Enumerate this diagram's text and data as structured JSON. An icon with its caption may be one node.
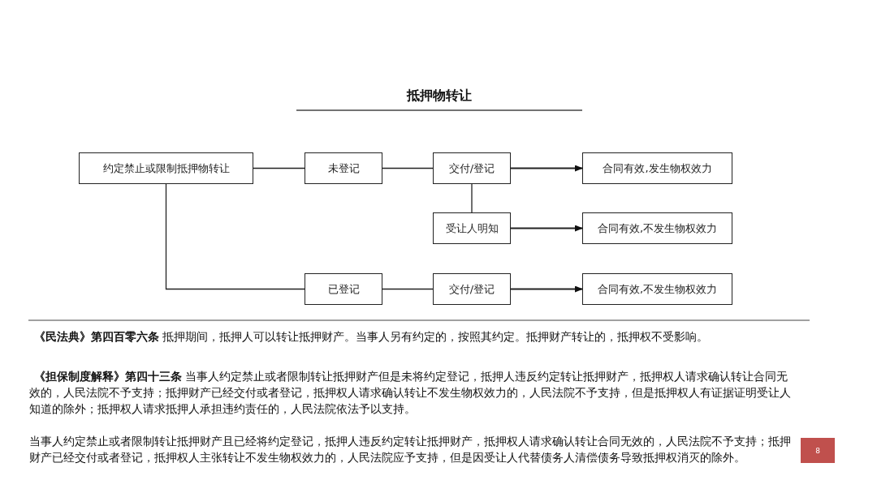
{
  "diagram": {
    "title": "抵押物转让",
    "nodes": [
      {
        "text": [
          "约定禁止或限制抵押物转让"
        ]
      },
      {
        "text": [
          "未登记"
        ]
      },
      {
        "text": [
          "交付/登记"
        ]
      },
      {
        "text": [
          "合同有效,发生物权效力"
        ]
      },
      {
        "text": [
          "受让人明知"
        ]
      },
      {
        "text": [
          "合同有效,不发生物权效力"
        ]
      },
      {
        "text": [
          "已登记"
        ]
      },
      {
        "text": [
          "交付/登记"
        ]
      },
      {
        "text": [
          "合同有效,不发生物权效力"
        ]
      }
    ],
    "edges": [
      {
        "from": 0,
        "to": 1,
        "arrow": "none"
      },
      {
        "from": 1,
        "to": 2,
        "arrow": "none"
      },
      {
        "from": 2,
        "to": 3,
        "arrow": "to"
      },
      {
        "from": 2,
        "to": 4,
        "arrow": "none"
      },
      {
        "from": 4,
        "to": 5,
        "arrow": "to"
      },
      {
        "from": 0,
        "to": 6,
        "arrow": "none"
      },
      {
        "from": 6,
        "to": 7,
        "arrow": "none"
      },
      {
        "from": 7,
        "to": 8,
        "arrow": "to"
      }
    ],
    "labels": [
      "**《民法典》第四百零六条** 抵押期间，抵押人可以转让抵押财产。当事人另有约定的，按照其约定。抵押财产转让的，抵押权不受影响。",
      "**《担保制度解释》第四十三条** 当事人约定禁止或者限制转让抵押财产但是未将约定登记，抵押人违反约定转让抵押财产，抵押权人请求确认转让合同无效的，人民法院不予支持；抵押财产已经交付或者登记，抵押权人请求确认转让不发生物权效力的，人民法院不予支持，但是抵押权人有证据证明受让人知道的除外；抵押权人请求抵押人承担违约责任的，人民法院依法予以支持。",
      "当事人约定禁止或者限制转让抵押财产且已经将约定登记，抵押人违反约定转让抵押财产，抵押权人请求确认转让合同无效的，人民法院不予支持；抵押财产已经交付或者登记，抵押权人主张转让不发生物权效力的，人民法院应予支持，但是因受让人代替债务人清偿债务导致抵押权消灭的除外。",
      "8"
    ]
  }
}
